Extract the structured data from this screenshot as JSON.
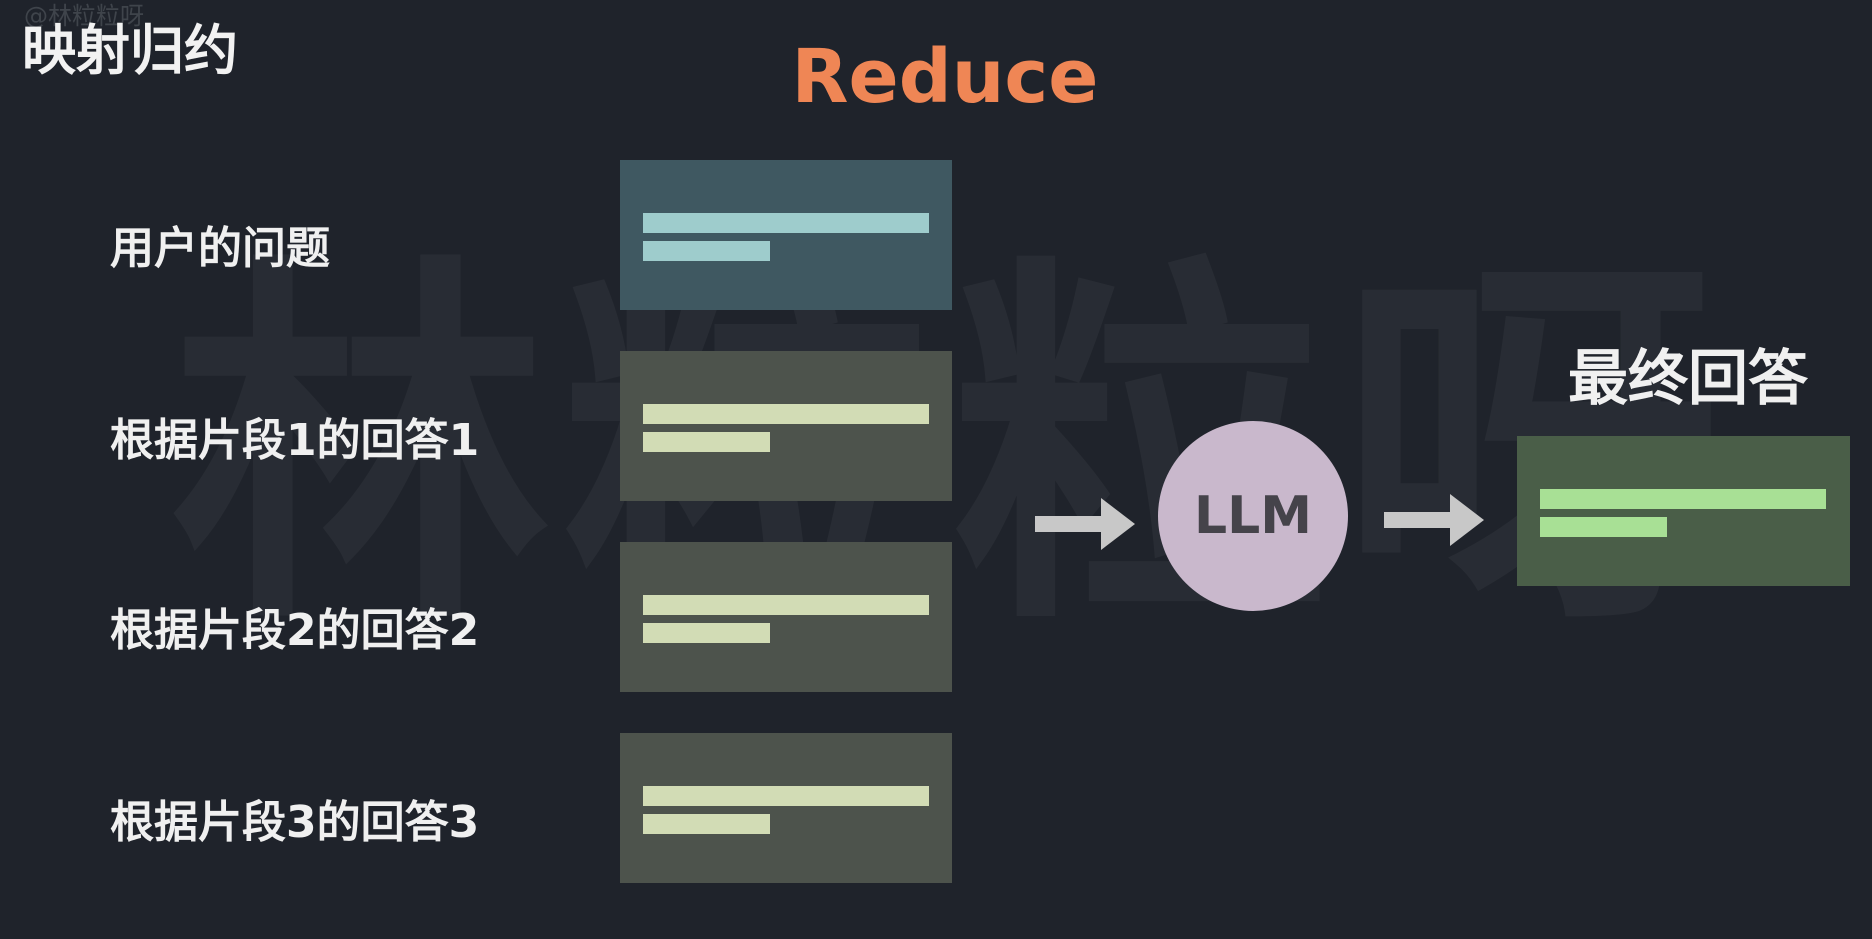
{
  "watermark": {
    "small": "@林粒粒呀",
    "large": "林粒粒呀"
  },
  "section_title": "映射归约",
  "main_title": "Reduce",
  "inputs": [
    {
      "label": "用户的问题"
    },
    {
      "label": "根据片段1的回答1"
    },
    {
      "label": "根据片段2的回答2"
    },
    {
      "label": "根据片段3的回答3"
    }
  ],
  "llm": {
    "label": "LLM"
  },
  "output": {
    "label": "最终回答"
  },
  "colors": {
    "background": "#1f232b",
    "title_accent": "#ef8655",
    "question_card": "#3f5861",
    "answer_card": "#4d534c",
    "final_card": "#4a5e48",
    "llm_circle": "#c9b8cc",
    "arrow": "#c8c8c8"
  }
}
